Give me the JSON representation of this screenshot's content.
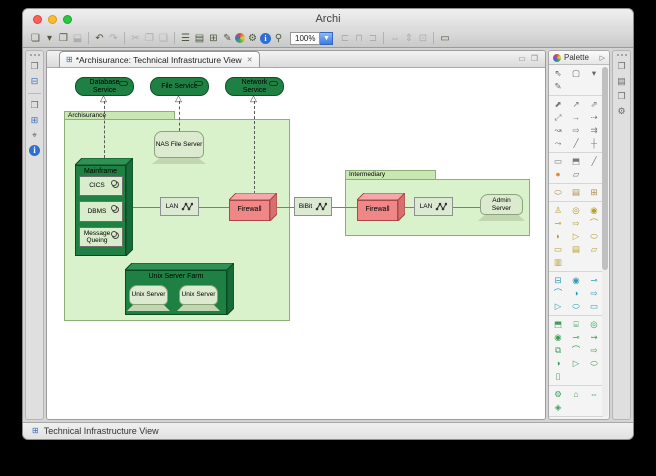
{
  "window": {
    "title": "Archi"
  },
  "toolbar": {
    "zoom_value": "100%",
    "items_left": [
      {
        "g": "❏",
        "n": "new-model-button",
        "e": 1
      },
      {
        "g": "▾",
        "n": "new-model-dropdown",
        "e": 1
      },
      {
        "g": "❒",
        "n": "open-model-button",
        "e": 1
      },
      {
        "g": "⬓",
        "n": "save-model-button",
        "e": 0
      },
      {
        "sep": 1
      },
      {
        "g": "↶",
        "n": "undo-button",
        "e": 1
      },
      {
        "g": "↷",
        "n": "redo-button",
        "e": 0
      },
      {
        "sep": 1
      },
      {
        "g": "✂",
        "n": "cut-button",
        "e": 0
      },
      {
        "g": "❐",
        "n": "copy-button",
        "e": 0
      },
      {
        "g": "❑",
        "n": "paste-button",
        "e": 0
      },
      {
        "sep": 1
      },
      {
        "g": "☰",
        "n": "models-tree-button",
        "e": 1
      },
      {
        "g": "▤",
        "n": "properties-button",
        "e": 1
      },
      {
        "g": "⊞",
        "n": "new-diagram-button",
        "e": 1
      },
      {
        "g": "✎",
        "n": "sketch-button",
        "e": 1
      },
      {
        "g": "❉",
        "n": "color-scheme-button",
        "e": 1,
        "c": "multi"
      },
      {
        "g": "⚙",
        "n": "preferences-button",
        "e": 1
      },
      {
        "g": "i",
        "n": "info-button",
        "e": 1,
        "c": "blue"
      },
      {
        "g": "⚲",
        "n": "search-button",
        "e": 1
      }
    ],
    "items_right": [
      {
        "g": "⊏",
        "n": "align-left-button",
        "e": 0
      },
      {
        "g": "⊓",
        "n": "align-center-button",
        "e": 0
      },
      {
        "g": "⊐",
        "n": "align-right-button",
        "e": 0
      },
      {
        "sep": 1
      },
      {
        "g": "⇔",
        "n": "match-width-button",
        "e": 0
      },
      {
        "g": "⇕",
        "n": "match-height-button",
        "e": 0
      },
      {
        "g": "⊡",
        "n": "default-size-button",
        "e": 0
      },
      {
        "sep": 1
      },
      {
        "g": "▭",
        "n": "fullscreen-button",
        "e": 1
      }
    ]
  },
  "left_strip": [
    {
      "g": "❐",
      "n": "restore-models-pane-icon"
    },
    {
      "g": "⊟",
      "n": "models-tree-icon",
      "c": "blue2"
    },
    {
      "div": 1
    },
    {
      "g": "❐",
      "n": "restore-views-pane-icon"
    },
    {
      "g": "⊞",
      "n": "outline-view-icon",
      "c": "blue2"
    },
    {
      "g": "⌖",
      "n": "navigator-view-icon"
    },
    {
      "g": "i",
      "n": "properties-info-icon",
      "c": "blue"
    }
  ],
  "right_strip": [
    {
      "g": "❐",
      "n": "restore-right-pane-icon"
    },
    {
      "g": "▤",
      "n": "properties-view-icon"
    },
    {
      "g": "❒",
      "n": "outline-view-icon"
    },
    {
      "g": "⚙",
      "n": "navigator-view-icon"
    }
  ],
  "editor": {
    "tab_label": "*Archisurance: Technical Infrastructure View",
    "tab_close_glyph": "✕",
    "minimize_glyph": "▭",
    "maximize_glyph": "❐"
  },
  "diagram": {
    "services": {
      "db": "Database Service",
      "file": "File Service",
      "net": "Network Service"
    },
    "groups": {
      "archisurance": "Archisurance",
      "intermediary": "Intermediary"
    },
    "nodes": {
      "nas": "NAS File Server",
      "mainframe": "Mainframe",
      "cics": "CICS",
      "dbms": "DBMS",
      "msgq": "Message Queing",
      "lan1": "LAN",
      "firewall1": "Firewall",
      "bibit": "BiBit",
      "firewall2": "Firewall",
      "lan2": "LAN",
      "admin": "Admin Server",
      "farm": "Unix Server Farm",
      "unix1": "Unix Server",
      "unix2": "Unix Server"
    }
  },
  "palette": {
    "title": "Palette",
    "collapse_glyph": "▷",
    "tools": [
      {
        "g": "⇖",
        "n": "select-tool"
      },
      {
        "g": "▢",
        "n": "marquee-tool"
      },
      {
        "g": "▾",
        "n": "marquee-tool-dropdown"
      },
      {
        "g": "✎",
        "n": "format-painter-tool"
      }
    ],
    "sections": [
      {
        "id": "relations",
        "color": "rel",
        "cells": [
          {
            "g": "⬈",
            "n": "composition-relation"
          },
          {
            "g": "↗",
            "n": "aggregation-relation"
          },
          {
            "g": "⇗",
            "n": "assignment-relation"
          },
          {
            "g": "⤢",
            "n": "realization-relation"
          },
          {
            "g": "→",
            "n": "serving-relation"
          },
          {
            "g": "⇢",
            "n": "access-relation"
          },
          {
            "g": "↝",
            "n": "influence-relation"
          },
          {
            "g": "⇨",
            "n": "triggering-relation"
          },
          {
            "g": "⇉",
            "n": "flow-relation"
          },
          {
            "g": "⤳",
            "n": "specialization-relation"
          },
          {
            "g": "╱",
            "n": "association-relation"
          },
          {
            "g": "┼",
            "n": "junction-relation"
          }
        ]
      },
      {
        "id": "annotations",
        "color": "rel",
        "cells": [
          {
            "g": "▭",
            "n": "note-tool"
          },
          {
            "g": "⬒",
            "n": "group-tool"
          },
          {
            "g": "╱",
            "n": "connection-tool"
          },
          {
            "g": "●",
            "n": "junction-tool",
            "c": "org"
          },
          {
            "g": "▱",
            "n": "grouping-tool"
          }
        ]
      },
      {
        "id": "strategy",
        "color": "tan",
        "cells": [
          {
            "g": "⬭",
            "n": "location-tool"
          },
          {
            "g": "▤",
            "n": "resource-tool"
          },
          {
            "g": "⊞",
            "n": "capability-tool"
          }
        ]
      },
      {
        "id": "business",
        "color": "biz",
        "cells": [
          {
            "g": "♙",
            "n": "business-actor-tool"
          },
          {
            "g": "◎",
            "n": "business-role-tool"
          },
          {
            "g": "◉",
            "n": "business-collaboration-tool"
          },
          {
            "g": "⊸",
            "n": "business-interface-tool"
          },
          {
            "g": "⇨",
            "n": "business-process-tool"
          },
          {
            "g": "⌒",
            "n": "business-function-tool"
          },
          {
            "g": "◗",
            "n": "business-interaction-tool"
          },
          {
            "g": "▷",
            "n": "business-event-tool"
          },
          {
            "g": "⬭",
            "n": "business-service-tool"
          },
          {
            "g": "▭",
            "n": "business-object-tool"
          },
          {
            "g": "▤",
            "n": "contract-tool"
          },
          {
            "g": "▱",
            "n": "representation-tool"
          },
          {
            "g": "▥",
            "n": "product-tool"
          }
        ]
      },
      {
        "id": "application",
        "color": "app",
        "cells": [
          {
            "g": "⊟",
            "n": "application-component-tool"
          },
          {
            "g": "◉",
            "n": "application-collaboration-tool"
          },
          {
            "g": "⊸",
            "n": "application-interface-tool"
          },
          {
            "g": "⌒",
            "n": "application-function-tool"
          },
          {
            "g": "◑",
            "n": "application-interaction-tool"
          },
          {
            "g": "⇨",
            "n": "application-process-tool"
          },
          {
            "g": "▷",
            "n": "application-event-tool"
          },
          {
            "g": "⬭",
            "n": "application-service-tool"
          },
          {
            "g": "▭",
            "n": "data-object-tool"
          }
        ]
      },
      {
        "id": "technology",
        "color": "tech",
        "cells": [
          {
            "g": "⬒",
            "n": "node-tool"
          },
          {
            "g": "⌸",
            "n": "device-tool"
          },
          {
            "g": "◎",
            "n": "system-software-tool"
          },
          {
            "g": "◉",
            "n": "technology-collaboration-tool"
          },
          {
            "g": "⊸",
            "n": "technology-interface-tool"
          },
          {
            "g": "⇝",
            "n": "path-tool"
          },
          {
            "g": "⧉",
            "n": "communication-network-tool"
          },
          {
            "g": "⌒",
            "n": "technology-function-tool"
          },
          {
            "g": "⇨",
            "n": "technology-process-tool"
          },
          {
            "g": "◑",
            "n": "technology-interaction-tool"
          },
          {
            "g": "▷",
            "n": "technology-event-tool"
          },
          {
            "g": "⬭",
            "n": "technology-service-tool"
          },
          {
            "g": "▯",
            "n": "artifact-tool"
          }
        ]
      },
      {
        "id": "physical",
        "color": "tech",
        "cells": [
          {
            "g": "⚙",
            "n": "equipment-tool"
          },
          {
            "g": "⌂",
            "n": "facility-tool"
          },
          {
            "g": "⇔",
            "n": "distribution-network-tool"
          },
          {
            "g": "◈",
            "n": "material-tool"
          }
        ]
      },
      {
        "id": "motivation",
        "color": "impl",
        "cells": [
          {
            "g": "⊕",
            "n": "stakeholder-tool"
          },
          {
            "g": "⊛",
            "n": "driver-tool"
          },
          {
            "g": "⚲",
            "n": "assessment-tool"
          },
          {
            "g": "◎",
            "n": "goal-tool"
          },
          {
            "g": "◉",
            "n": "outcome-tool"
          },
          {
            "g": "▮",
            "n": "principle-tool"
          },
          {
            "g": "▱",
            "n": "requirement-tool"
          },
          {
            "g": "▰",
            "n": "constraint-tool"
          },
          {
            "g": "◓",
            "n": "meaning-tool"
          },
          {
            "g": "⬭",
            "n": "value-tool"
          }
        ]
      }
    ]
  },
  "status_bar": {
    "label": "Technical Infrastructure View"
  },
  "colors": {
    "dark_green": "#1f8044",
    "group_body_green": "#d9f2cb",
    "group_tab_green": "#c9e7b2",
    "node_green": "#dcead0",
    "component_green": "#d9eccb",
    "firewall_red": "#ef8787",
    "traffic_red": "#ff5f57",
    "traffic_yellow": "#febc2e",
    "traffic_green": "#28c840",
    "zoom_button_blue": "#3c7ce0"
  }
}
